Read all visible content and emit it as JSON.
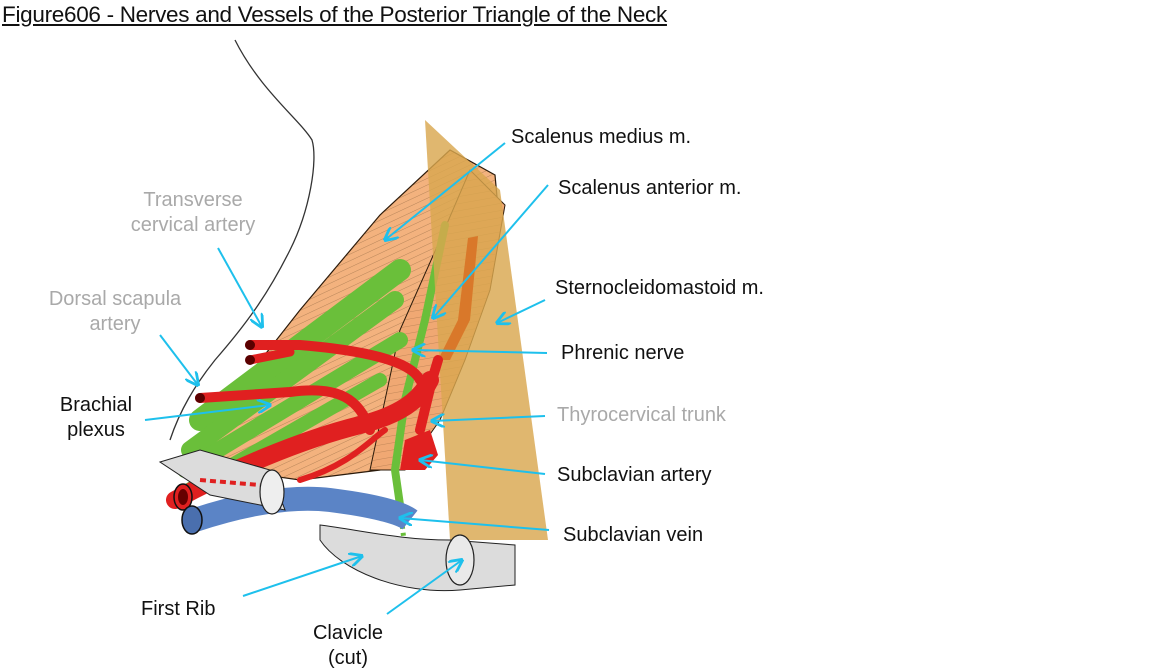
{
  "title": "Figure606 - Nerves and Vessels of the Posterior Triangle of the Neck",
  "colors": {
    "pointer": "#1ec0ec",
    "artery": "#e02020",
    "vein": "#5b84c6",
    "nerve": "#6abf3a",
    "muscle": "#f3b27e",
    "sternocleidomastoid": "#d9a74f",
    "bone": "#dcdcdc",
    "label_dark": "#111111",
    "label_grey": "#a9a9a9"
  },
  "labels": {
    "transverse_cervical_artery": [
      "Transverse",
      "cervical artery"
    ],
    "dorsal_scapula_artery": [
      "Dorsal scapula",
      "artery"
    ],
    "brachial_plexus": [
      "Brachial",
      "plexus"
    ],
    "scalenus_medius": "Scalenus medius m.",
    "scalenus_anterior": "Scalenus anterior m.",
    "sternocleidomastoid": "Sternocleidomastoid m.",
    "phrenic_nerve": "Phrenic nerve",
    "thyrocervical_trunk": "Thyrocervical trunk",
    "subclavian_artery": "Subclavian artery",
    "subclavian_vein": "Subclavian vein",
    "first_rib": "First Rib",
    "clavicle": [
      "Clavicle",
      "(cut)"
    ]
  }
}
